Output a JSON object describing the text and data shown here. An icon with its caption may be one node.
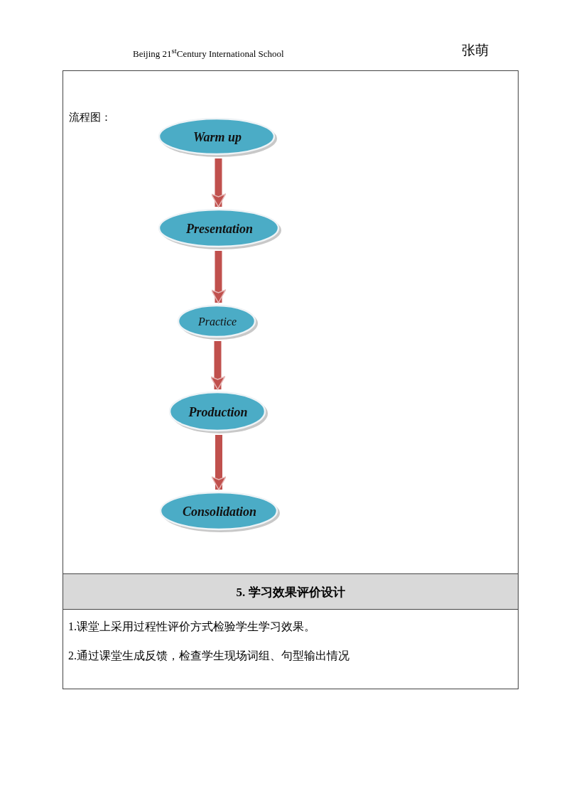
{
  "diagram": {
    "nodes": [
      {
        "text": [
          "Warm up"
        ]
      },
      {
        "text": [
          "Presentation"
        ]
      },
      {
        "text": [
          "Practice"
        ]
      },
      {
        "text": [
          "Production"
        ]
      },
      {
        "text": [
          "Consolidation"
        ]
      }
    ],
    "edges": [
      {
        "from": 0,
        "to": 1,
        "arrow": "to"
      },
      {
        "from": 1,
        "to": 2,
        "arrow": "to"
      },
      {
        "from": 2,
        "to": 3,
        "arrow": "to"
      },
      {
        "from": 3,
        "to": 4,
        "arrow": "to"
      }
    ],
    "labels": [
      "Beijing 21$^{st}$Century International School",
      "张萌",
      "流程图：",
      "5. 学习效果评价设计",
      "1.课堂上采用过程性评价方式检验学生学习效果。",
      "2.通过课堂生成反馈，检查学生现场词组、句型输出情况"
    ]
  }
}
